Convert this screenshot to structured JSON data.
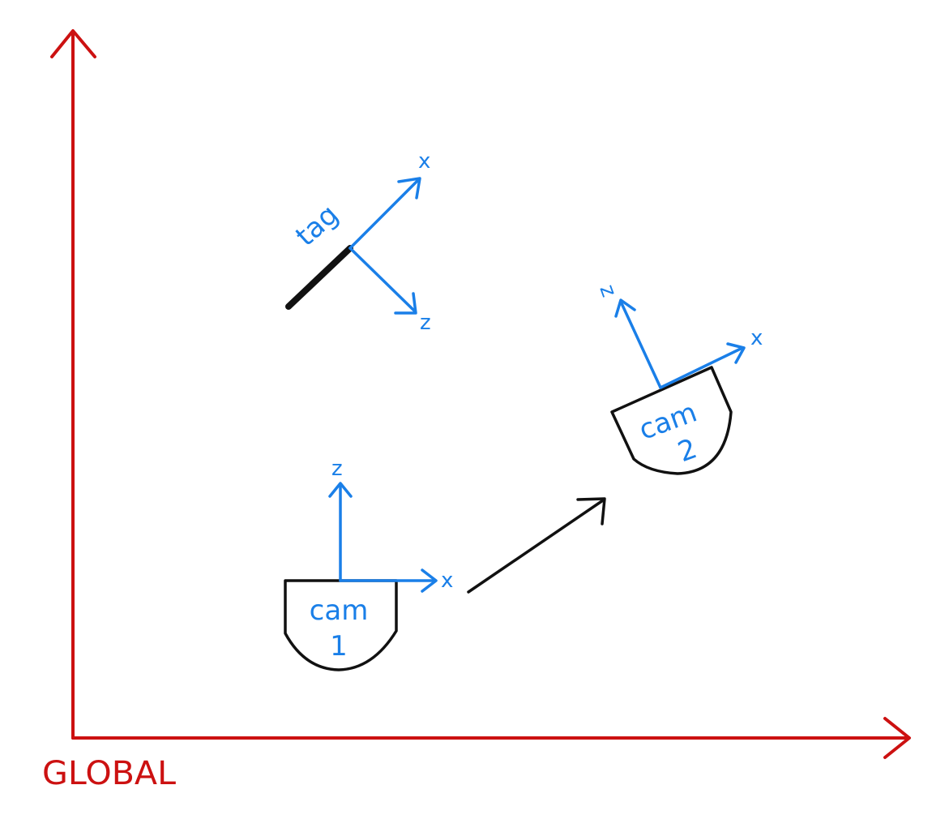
{
  "colors": {
    "global": "#cc1111",
    "frame": "#1a7fe8",
    "ink": "#111111"
  },
  "global_frame": {
    "label": "GLOBAL"
  },
  "tag": {
    "label": "tag",
    "x_label": "x",
    "z_label": "z"
  },
  "cam1": {
    "label_line1": "cam",
    "label_line2": "1",
    "x_label": "x",
    "z_label": "z"
  },
  "cam2": {
    "label_line1": "cam",
    "label_line2": "2",
    "x_label": "x",
    "z_label": "z"
  }
}
